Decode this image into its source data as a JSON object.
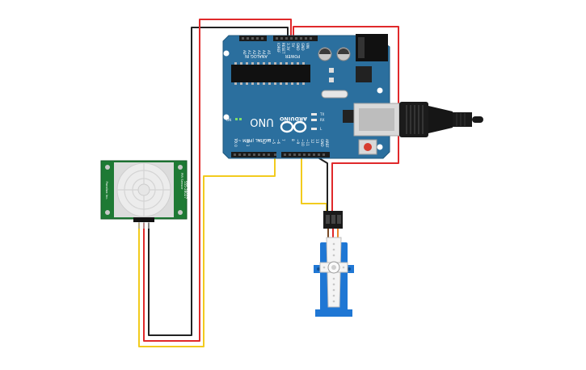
{
  "arduino": {
    "brand": "ARDUINO",
    "model": "UNO",
    "power_label": "POWER",
    "analog_label": "ANALOG IN",
    "digital_label": "DIGITAL (PWM ~)",
    "aref_label": "AREF",
    "on_label": "ON",
    "tx_label": "TX",
    "rx_label": "RX",
    "l_label": "L",
    "power_pins": [
      "IOREF",
      "RESET",
      "3.3V",
      "5V",
      "GND",
      "GND",
      "VIN"
    ],
    "analog_pins": [
      "A0",
      "A1",
      "A2",
      "A3",
      "A4",
      "A5"
    ],
    "digital_pins": [
      "GND",
      "13",
      "12",
      "~11",
      "~10",
      "~9",
      "8",
      "7",
      "~6",
      "~5",
      "4",
      "~3",
      "2",
      "TX 1",
      "RX 0"
    ]
  },
  "pir": {
    "title": "PIR Sensor",
    "model": "555-28027",
    "brand": "Parallax Inc."
  },
  "colors": {
    "board": "#2b6f9e",
    "wire_red": "#e0292b",
    "wire_black": "#222222",
    "wire_yellow": "#f2cb1e",
    "wire_orange": "#e8862a",
    "servo_blue": "#1f77d4",
    "pir_green": "#1e7a34"
  }
}
